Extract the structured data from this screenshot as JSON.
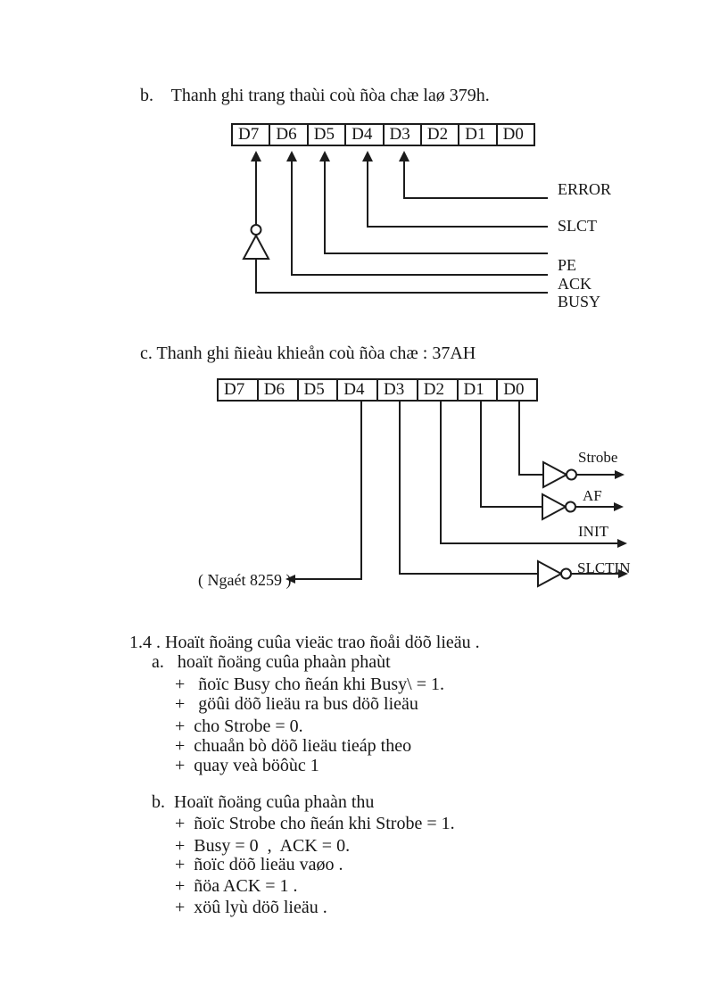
{
  "colors": {
    "ink": "#1c1c1c",
    "paper": "#ffffff"
  },
  "status_register": {
    "heading": "b.    Thanh ghi trang thaùi coù ñòa chæ laø 379h.",
    "bits": [
      "D7",
      "D6",
      "D5",
      "D4",
      "D3",
      "D2",
      "D1",
      "D0"
    ],
    "signals": {
      "error": "ERROR",
      "slct": "SLCT",
      "pe": "PE",
      "ack": "ACK",
      "busy": "BUSY"
    }
  },
  "control_register": {
    "heading": "c. Thanh ghi ñieàu khieån coù ñòa chæ : 37AH",
    "bits": [
      "D7",
      "D6",
      "D5",
      "D4",
      "D3",
      "D2",
      "D1",
      "D0"
    ],
    "signals": {
      "strobe": "Strobe",
      "af": "AF",
      "init": "INIT",
      "slctin": "SLCTIN"
    },
    "interrupt_note": "( Ngaét 8259 )"
  },
  "section_14": {
    "title": "1.4 . Hoaït ñoäng cuûa vieäc trao ñoåi döõ lieäu .",
    "part_a": {
      "heading": "a.   hoaït ñoäng cuûa phaàn phaùt",
      "items": [
        "+   ñoïc Busy cho ñeán khi Busy\\ = 1.",
        "+   göûi döõ lieäu ra bus döõ lieäu",
        "+  cho Strobe = 0.",
        "+  chuaån bò döõ lieäu tieáp theo",
        "+  quay veà böôùc 1"
      ]
    },
    "part_b": {
      "heading": "b.  Hoaït ñoäng cuûa phaàn thu",
      "items": [
        "+  ñoïc Strobe cho ñeán khi Strobe = 1.",
        "+  Busy = 0  ,  ACK = 0.",
        "+  ñoïc döõ lieäu vaøo .",
        "+  ñöa ACK = 1 .",
        "+  xöû lyù döõ lieäu ."
      ]
    }
  }
}
